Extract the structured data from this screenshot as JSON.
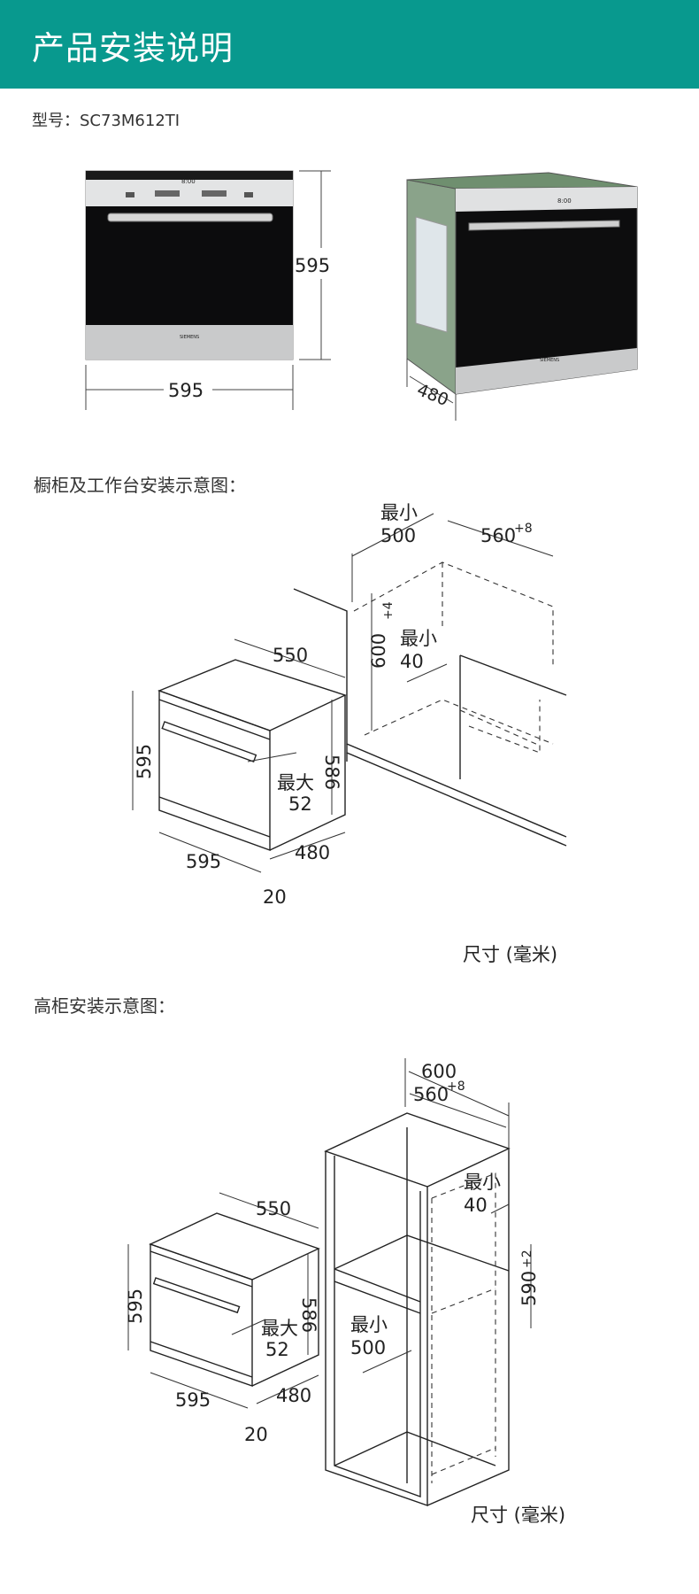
{
  "header": {
    "title": "产品安装说明"
  },
  "model": {
    "label": "型号：SC73M612TI"
  },
  "product": {
    "brand_text": "SIEMENS",
    "display_text": "8:00",
    "dims": {
      "height": "595",
      "width": "595",
      "depth": "480"
    }
  },
  "section1": {
    "title": "橱柜及工作台安装示意图：",
    "units": "尺寸 (毫米)",
    "oven": {
      "depth": "550",
      "height": "595",
      "inner_height": "586",
      "width": "595",
      "panel_depth": "480",
      "front_offset": "20",
      "handle_label": "最大",
      "handle_value": "52"
    },
    "cabinet": {
      "min_label": "最小",
      "min_width": "500",
      "width": "560",
      "width_tol": "+8",
      "height": "600",
      "height_tol": "+4",
      "gap_label": "最小",
      "gap_value": "40"
    }
  },
  "section2": {
    "title": "高柜安装示意图：",
    "units": "尺寸 (毫米)",
    "oven": {
      "depth": "550",
      "height": "595",
      "inner_height": "586",
      "width": "595",
      "panel_depth": "480",
      "front_offset": "20",
      "handle_label": "最大",
      "handle_value": "52"
    },
    "cabinet": {
      "outer_width": "600",
      "width": "560",
      "width_tol": "+8",
      "gap_label": "最小",
      "gap_value": "40",
      "height": "590",
      "height_tol": "+2",
      "min_label": "最小",
      "min_width": "500"
    }
  }
}
